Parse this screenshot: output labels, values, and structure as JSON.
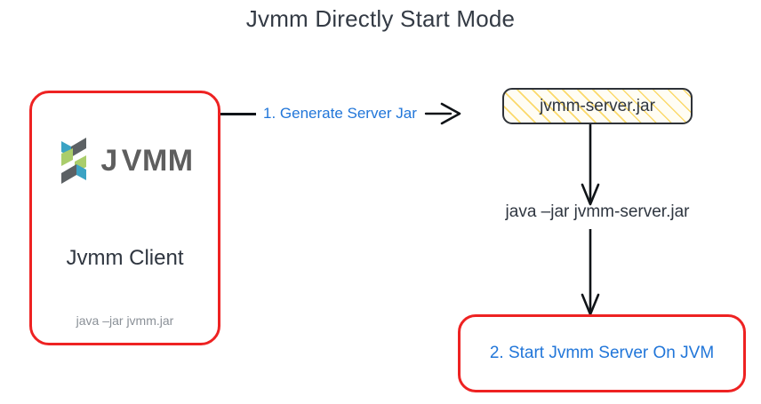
{
  "diagram": {
    "title": "Jvmm Directly Start Mode",
    "background_color": "#ffffff",
    "type": "flow-diagram"
  },
  "colors": {
    "accent_red": "#ee2222",
    "accent_blue": "#2176d9",
    "text_dark": "#2f3640",
    "text_muted": "#8a9097",
    "hatch_yellow": "#fbd96b",
    "border_dark": "#2e3238",
    "logo_teal": "#3ba3c4",
    "logo_green": "#aacd6b",
    "logo_gray": "#5c6164",
    "wordmark_gray": "#5e5e5e"
  },
  "client_node": {
    "logo_icon": "jvmm-helix-logo-icon",
    "wordmark_j": "J",
    "wordmark_rest": "VMM",
    "title": "Jvmm Client",
    "command": "java –jar jvmm.jar",
    "border_color": "#ee2222"
  },
  "generate_connector": {
    "label": "1. Generate Server Jar",
    "label_color": "#2176d9",
    "arrow_icon": "open-chevron-arrow-right-icon",
    "direction": "right"
  },
  "jar_node": {
    "label": "jvmm-server.jar",
    "fill_pattern": "diagonal-hatch",
    "pattern_color": "#fbd96b",
    "border_color": "#2e3238"
  },
  "run_command": {
    "text": "java –jar jvmm-server.jar"
  },
  "arrows": {
    "jar_to_command_icon": "arrow-down-icon",
    "command_to_server_icon": "arrow-down-icon"
  },
  "server_node": {
    "label": "2. Start Jvmm Server On JVM",
    "label_color": "#2176d9",
    "border_color": "#ee2222"
  }
}
